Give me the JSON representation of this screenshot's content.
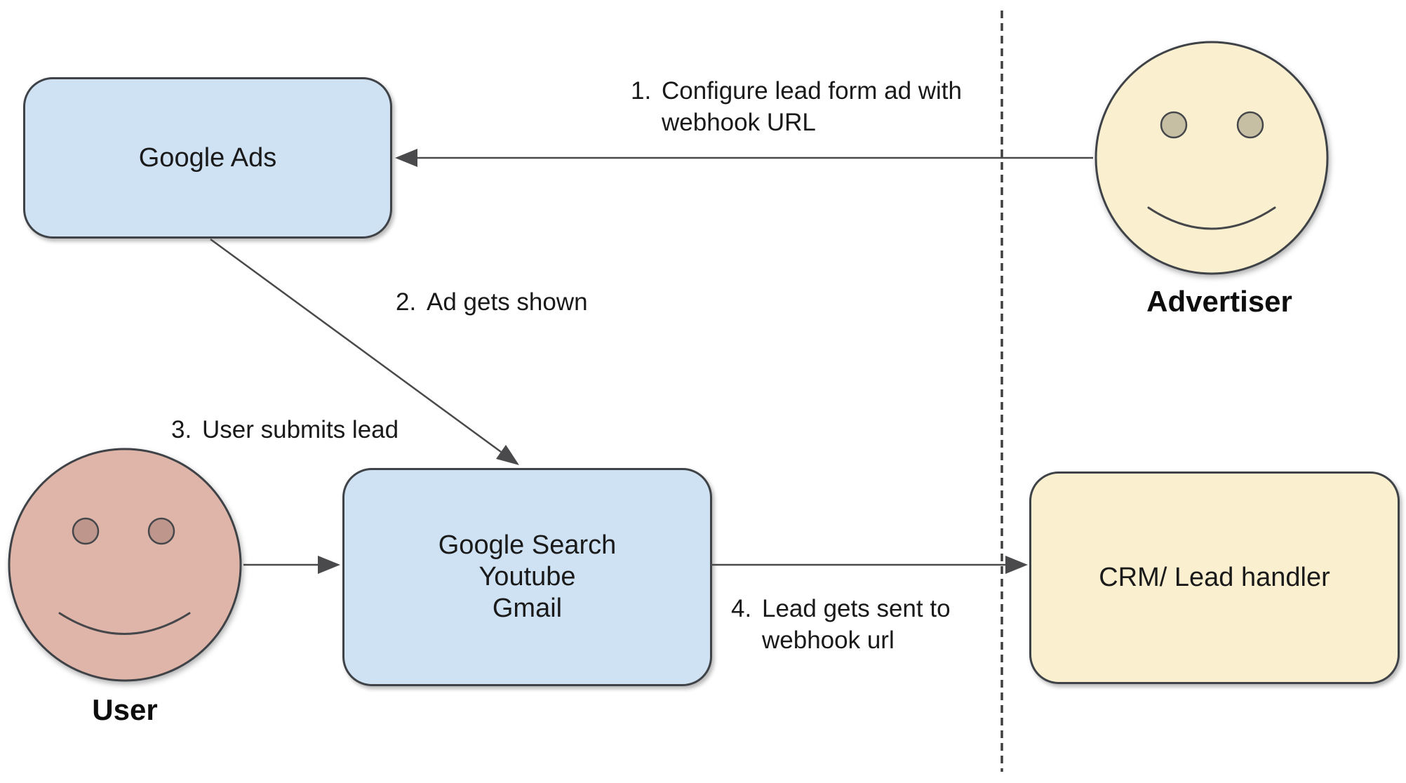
{
  "diagram": {
    "kind": "flow-diagram",
    "background": "#FFFFFF"
  },
  "nodes": {
    "google_ads": {
      "label": "Google Ads"
    },
    "google_surfaces": {
      "line1": "Google Search",
      "line2": "Youtube",
      "line3": "Gmail"
    },
    "crm": {
      "label": "CRM/ Lead handler"
    }
  },
  "actors": {
    "advertiser": {
      "label": "Advertiser"
    },
    "user": {
      "label": "User"
    }
  },
  "annotations": {
    "step1": {
      "number": "1.",
      "line1": "Configure lead form ad with",
      "line2": "webhook URL"
    },
    "step2": {
      "number": "2.",
      "line1": "Ad gets shown"
    },
    "step3": {
      "number": "3.",
      "line1": "User submits lead"
    },
    "step4": {
      "number": "4.",
      "line1": "Lead gets sent to",
      "line2": "webhook url"
    }
  },
  "colors": {
    "box_blue": "#CFE2F3",
    "box_cream": "#FAF0D0",
    "face_yellow": "#FAF0D0",
    "face_pink": "#DFB5A9",
    "advertiser_eye": "#C6BFA4",
    "user_eye": "#BE968B",
    "shape_outline": "#3F4347",
    "arrow_line": "#4A4A4D",
    "dashed_separator": "#3F3F3F",
    "text": "#191919"
  }
}
